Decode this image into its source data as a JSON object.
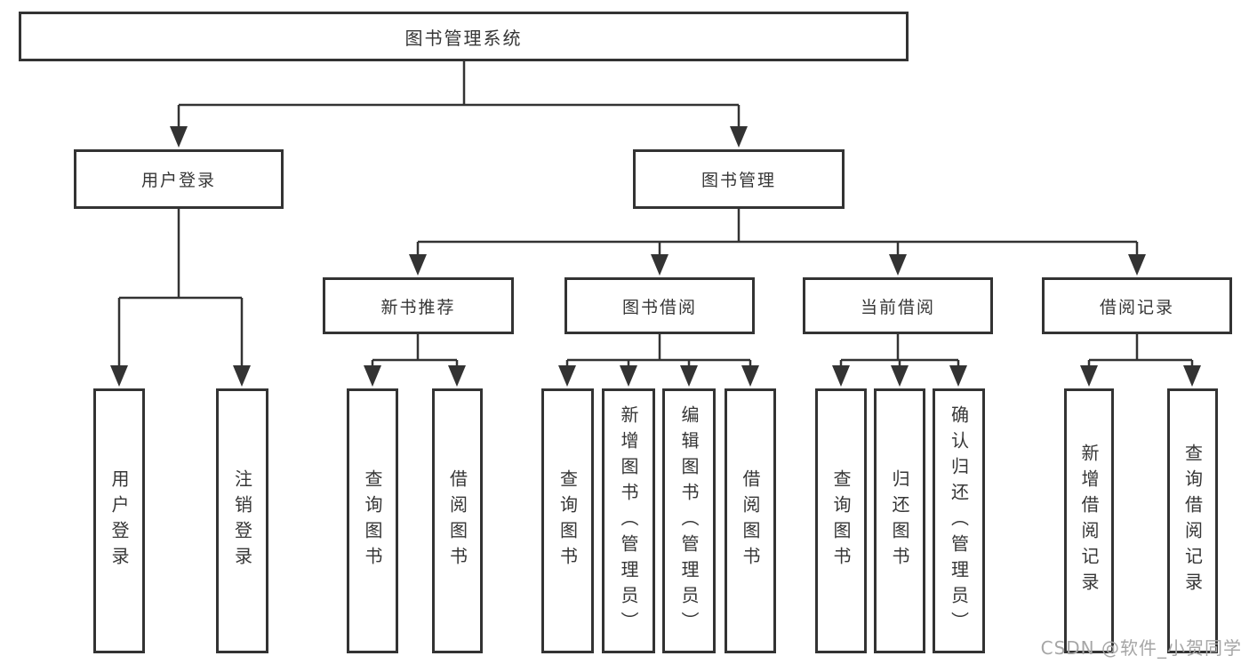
{
  "diagram": {
    "type": "hierarchy-tree",
    "tree": {
      "root": {
        "label": "图书管理系统"
      },
      "branches": [
        {
          "label": "用户登录",
          "children": [
            {
              "label": "用户登录"
            },
            {
              "label": "注销登录"
            }
          ]
        },
        {
          "label": "图书管理",
          "children": [
            {
              "label": "新书推荐",
              "children": [
                {
                  "label": "查询图书"
                },
                {
                  "label": "借阅图书"
                }
              ]
            },
            {
              "label": "图书借阅",
              "children": [
                {
                  "label": "查询图书"
                },
                {
                  "label": "新增图书（管理员）"
                },
                {
                  "label": "编辑图书（管理员）"
                },
                {
                  "label": "借阅图书"
                }
              ]
            },
            {
              "label": "当前借阅",
              "children": [
                {
                  "label": "查询图书"
                },
                {
                  "label": "归还图书"
                },
                {
                  "label": "确认归还（管理员）"
                }
              ]
            },
            {
              "label": "借阅记录",
              "children": [
                {
                  "label": "新增借阅记录"
                },
                {
                  "label": "查询借阅记录"
                }
              ]
            }
          ]
        }
      ]
    }
  },
  "watermark": {
    "text": "CSDN @软件_小贺同学"
  },
  "colors": {
    "line": "#333333",
    "text": "#363636",
    "box_bg": "#ffffff",
    "watermark": "#a6a6a6",
    "page_bg": "#ffffff"
  }
}
